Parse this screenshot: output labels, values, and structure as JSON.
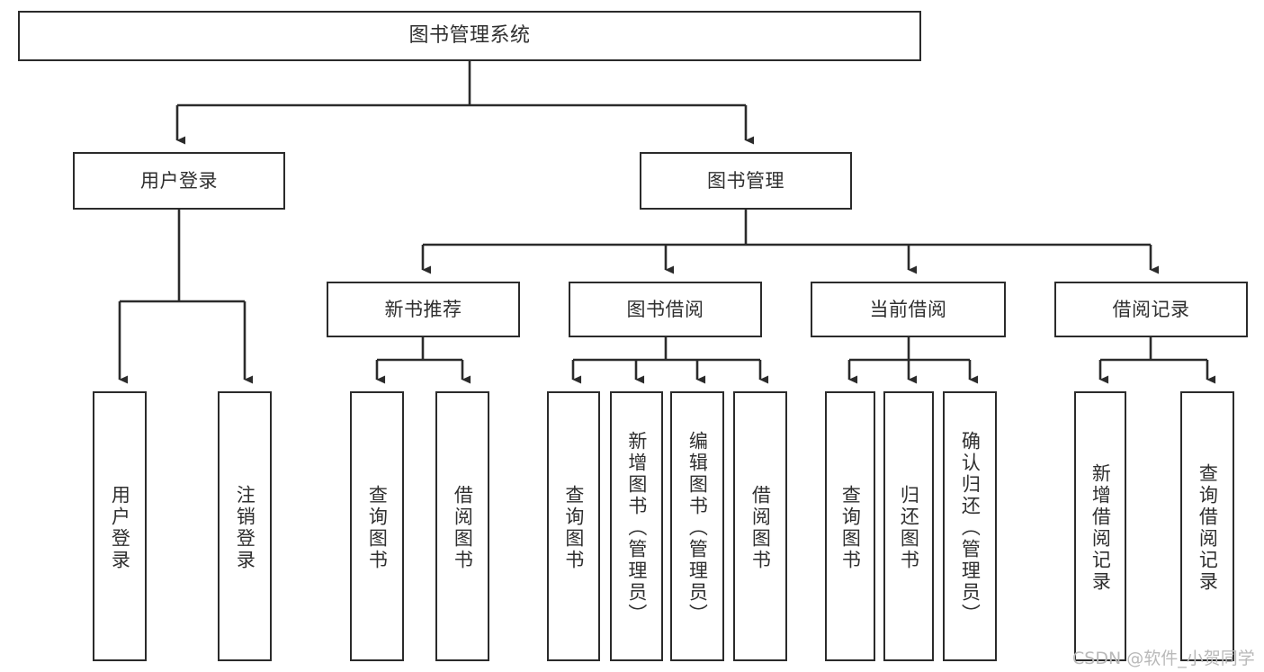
{
  "diagram": {
    "title": "图书管理系统",
    "type": "hierarchy-tree",
    "levels": 4,
    "root": {
      "id": "root",
      "label": "图书管理系统"
    },
    "level2": [
      {
        "id": "user-login",
        "label": "用户登录"
      },
      {
        "id": "book-manage",
        "label": "图书管理"
      }
    ],
    "level3": [
      {
        "id": "new-book-rec",
        "label": "新书推荐",
        "parent": "book-manage"
      },
      {
        "id": "book-borrow",
        "label": "图书借阅",
        "parent": "book-manage"
      },
      {
        "id": "current-borrow",
        "label": "当前借阅",
        "parent": "book-manage"
      },
      {
        "id": "borrow-record",
        "label": "借阅记录",
        "parent": "book-manage"
      }
    ],
    "leaves": [
      {
        "id": "leaf-user-login",
        "label": "用户登录",
        "parent": "user-login"
      },
      {
        "id": "leaf-user-logout",
        "label": "注销登录",
        "parent": "user-login"
      },
      {
        "id": "leaf-query-book-1",
        "label": "查询图书",
        "parent": "new-book-rec"
      },
      {
        "id": "leaf-borrow-book-1",
        "label": "借阅图书",
        "parent": "new-book-rec"
      },
      {
        "id": "leaf-query-book-2",
        "label": "查询图书",
        "parent": "book-borrow"
      },
      {
        "id": "leaf-add-book",
        "label": "新增图书（管理员）",
        "parent": "book-borrow"
      },
      {
        "id": "leaf-edit-book",
        "label": "编辑图书（管理员）",
        "parent": "book-borrow"
      },
      {
        "id": "leaf-borrow-book-2",
        "label": "借阅图书",
        "parent": "book-borrow"
      },
      {
        "id": "leaf-query-book-3",
        "label": "查询图书",
        "parent": "current-borrow"
      },
      {
        "id": "leaf-return-book",
        "label": "归还图书",
        "parent": "current-borrow"
      },
      {
        "id": "leaf-confirm-return",
        "label": "确认归还（管理员）",
        "parent": "current-borrow"
      },
      {
        "id": "leaf-add-record",
        "label": "新增借阅记录",
        "parent": "borrow-record"
      },
      {
        "id": "leaf-query-record",
        "label": "查询借阅记录",
        "parent": "borrow-record"
      }
    ],
    "colors": {
      "stroke": "#2b2b2b",
      "fill": "#ffffff",
      "text": "#2f2f2f",
      "watermark": "#b9b9b9",
      "background": "#ffffff"
    }
  },
  "watermark": {
    "text": "CSDN @软件_小贺同学"
  }
}
